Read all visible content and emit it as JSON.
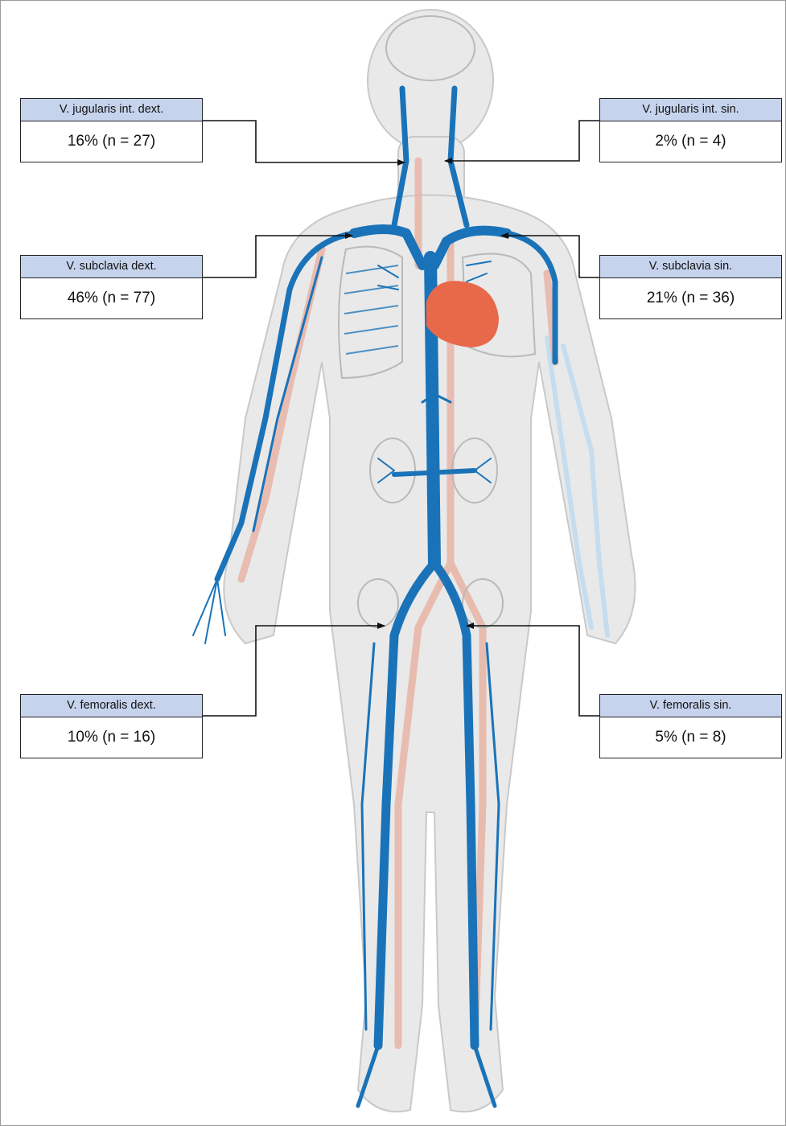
{
  "figure": {
    "colors": {
      "vein": "#1a73b8",
      "artery": "#e8b4a6",
      "heart": "#e8694a",
      "skin": "#e9e9e9",
      "label_header": "#c6d3ec"
    },
    "icons": [
      "human-body-illustration",
      "heart-icon",
      "kidney-icon",
      "lung-icon"
    ]
  },
  "labels": {
    "jugularis_dext": {
      "name": "V. jugularis int. dext.",
      "value": "16% (n = 27)"
    },
    "jugularis_sin": {
      "name": "V. jugularis int. sin.",
      "value": "2% (n = 4)"
    },
    "subclavia_dext": {
      "name": "V. subclavia dext.",
      "value": "46% (n = 77)"
    },
    "subclavia_sin": {
      "name": "V. subclavia sin.",
      "value": "21% (n = 36)"
    },
    "femoralis_dext": {
      "name": "V. femoralis dext.",
      "value": "10% (n = 16)"
    },
    "femoralis_sin": {
      "name": "V. femoralis sin.",
      "value": "5% (n = 8)"
    }
  }
}
